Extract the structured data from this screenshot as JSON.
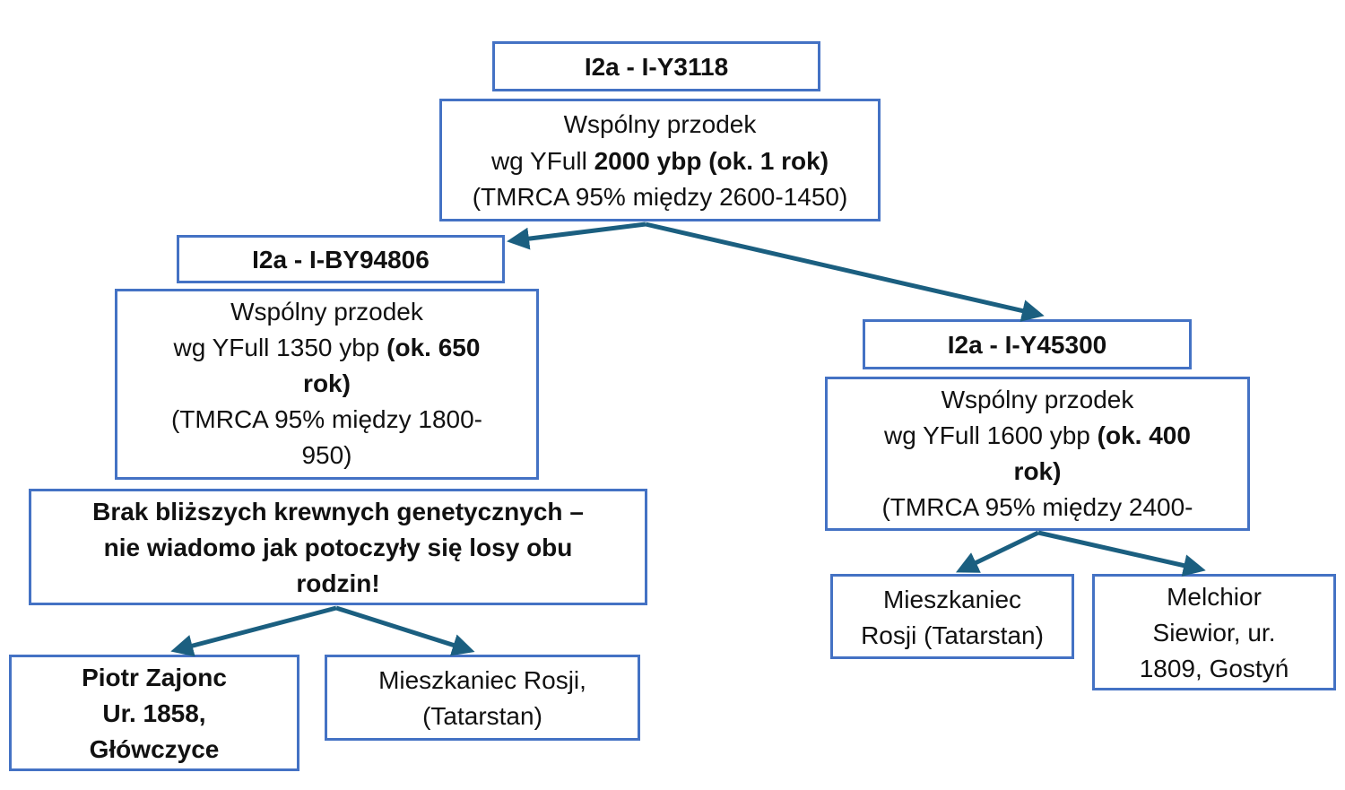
{
  "root": {
    "title": "I2a - I-Y3118",
    "line1": "Wspólny przodek",
    "line2_prefix": "wg YFull ",
    "line2_bold": "2000 ybp (ok. 1 rok)",
    "line3": "(TMRCA 95% między 2600-1450)"
  },
  "left": {
    "title": "I2a - I-BY94806",
    "line1": "Wspólny przodek",
    "line2_prefix": "wg YFull 1350 ybp ",
    "line2_bold": "(ok. 650",
    "line3_bold": "rok)",
    "line4": "(TMRCA 95% między 1800-",
    "line5": "950)",
    "note_lines": [
      "Brak bliższych krewnych genetycznych –",
      "nie wiadomo jak potoczyły się losy obu",
      "rodzin!"
    ],
    "leaf1_lines": [
      "Piotr Zajonc",
      "Ur. 1858,",
      "Główczyce"
    ],
    "leaf2_lines": [
      "Mieszkaniec Rosji,",
      "(Tatarstan)"
    ]
  },
  "right": {
    "title": "I2a -  I-Y45300",
    "line1": "Wspólny przodek",
    "line2_prefix": "wg YFull 1600 ybp ",
    "line2_bold": "(ok. 400",
    "line3_bold": "rok)",
    "line4": "(TMRCA 95% między 2400-",
    "leaf1_lines": [
      "Mieszkaniec",
      "Rosji (Tatarstan)"
    ],
    "leaf2_lines": [
      "Melchior",
      "Siewior, ur.",
      "1809, Gostyń"
    ]
  },
  "colors": {
    "box_border": "#4472c4",
    "arrow": "#1b5f80"
  }
}
